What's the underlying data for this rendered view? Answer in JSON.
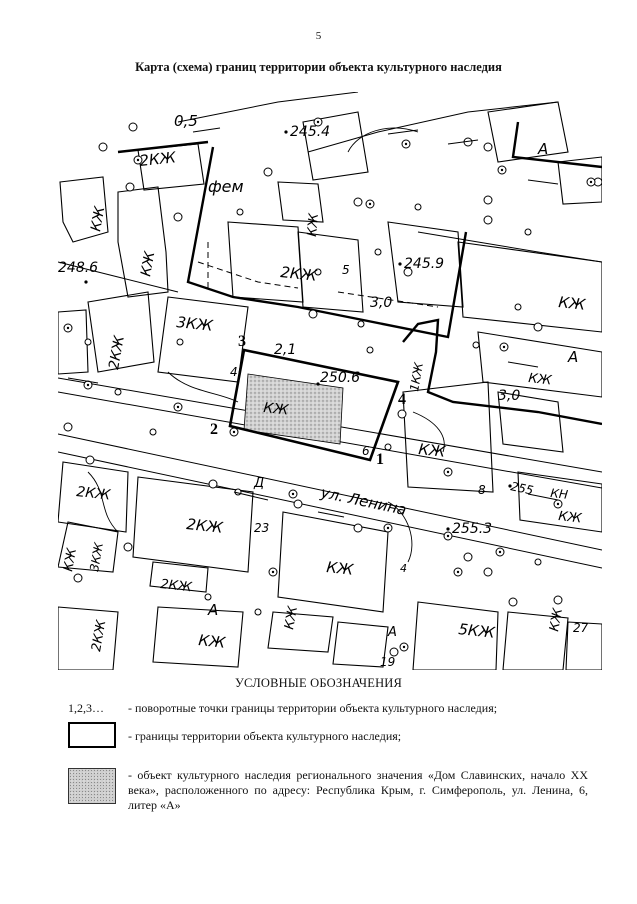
{
  "page_number": "5",
  "title": "Карта (схема) границ территории объекта культурного наследия",
  "map": {
    "street_label": "ул. Ленина",
    "house_labels": [
      "2КЖ",
      "2КЖ",
      "КЖ",
      "КЖ",
      "3КЖ",
      "2КЖ",
      "КЖ",
      "КЖ",
      "2КЖ",
      "КЖ",
      "2КЖ",
      "КЖ",
      "КЖ",
      "2КЖ",
      "КЖ",
      "КЖ",
      "5КЖ",
      "КЖ",
      "1КЖ",
      "КН",
      "КЖ",
      "2КЖ",
      "КЖ",
      "КЖ",
      "3КЖ"
    ],
    "elevations": [
      "245.4",
      "248.6",
      "245.9",
      "250.6",
      "255.3",
      "255"
    ],
    "dimension_labels": [
      "0,5",
      "3,0",
      "2,1",
      "3,0"
    ],
    "turning_points": [
      "1",
      "2",
      "3",
      "4"
    ],
    "number_labels": [
      "5",
      "4",
      "6",
      "8",
      "23",
      "4",
      "19",
      "27"
    ],
    "misc_labels": [
      "фем",
      "А",
      "А",
      "А",
      "А",
      "Д"
    ]
  },
  "legend": {
    "title": "УСЛОВНЫЕ ОБОЗНАЧЕНИЯ",
    "points_key": "1,2,3…",
    "points_text": "- поворотные точки границы территории объекта культурного наследия;",
    "boundary_text": "- границы территории объекта культурного наследия;",
    "object_text": "- объект культурного наследия регионального значения «Дом Славинских, начало XX века», расположенного по адресу: Республика Крым, г. Симферополь, ул. Ленина, 6, литер «А»"
  }
}
